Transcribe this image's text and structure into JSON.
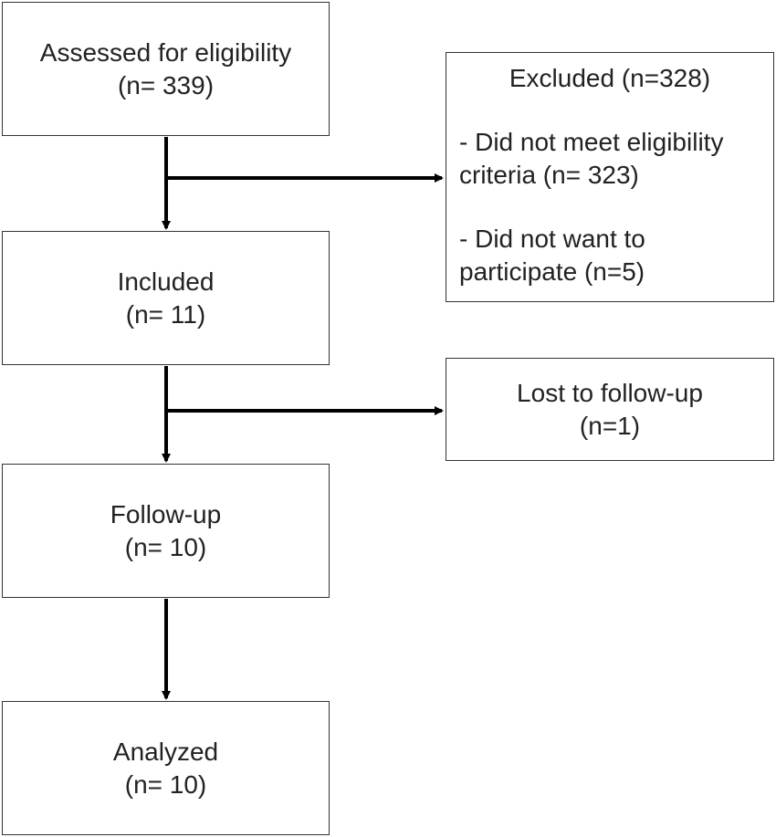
{
  "flow": {
    "assessed": {
      "label": "Assessed for eligibility",
      "count": "(n= 339)"
    },
    "excluded": {
      "title": "Excluded (n=328)",
      "reasons": [
        {
          "line1": "- Did not meet eligibility",
          "line2": "criteria (n= 323)"
        },
        {
          "line1": "- Did not want to",
          "line2": "participate (n=5)"
        }
      ]
    },
    "included": {
      "label": "Included",
      "count": "(n= 11)"
    },
    "lost": {
      "label": "Lost to follow-up",
      "count": "(n=1)"
    },
    "followup": {
      "label": "Follow-up",
      "count": "(n= 10)"
    },
    "analyzed": {
      "label": "Analyzed",
      "count": "(n= 10)"
    }
  },
  "colors": {
    "border": "#333333",
    "arrow": "#000000",
    "text": "#222222"
  }
}
